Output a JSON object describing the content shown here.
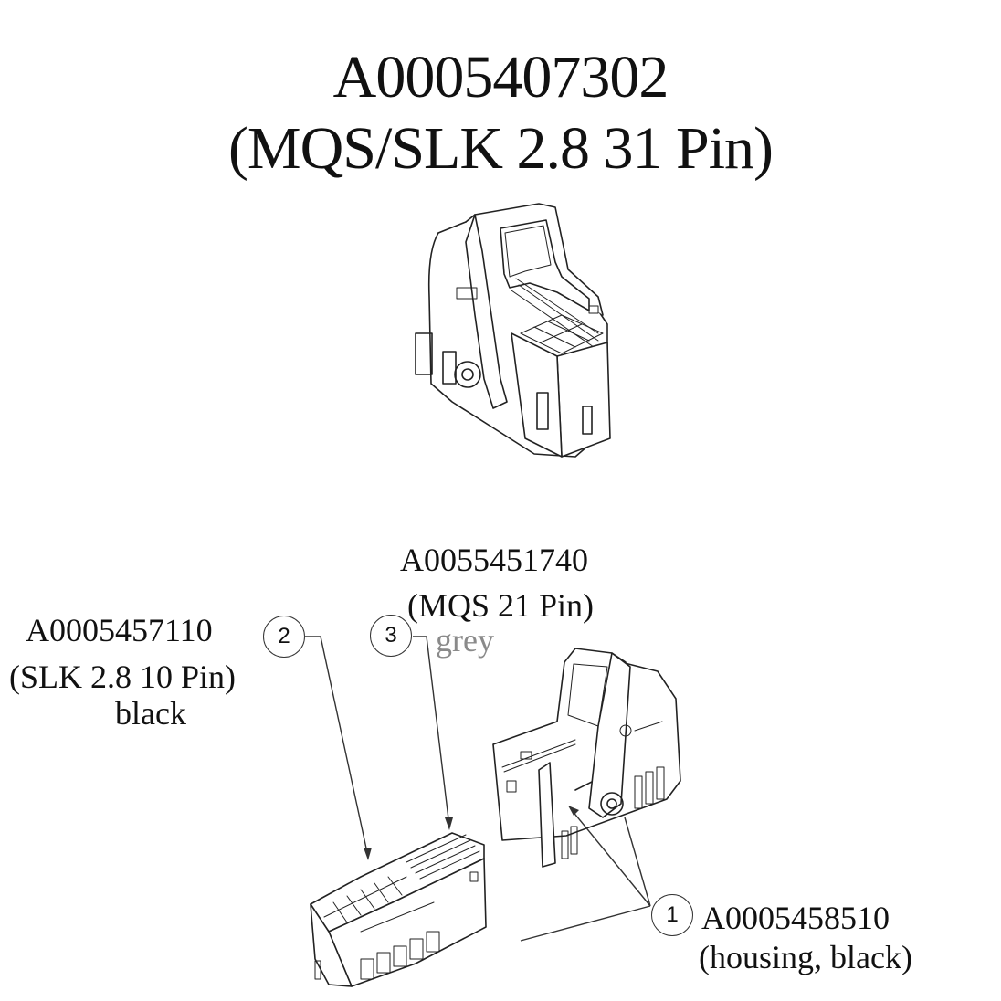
{
  "title": {
    "part_number": "A0005407302",
    "description": "(MQS/SLK 2.8  31 Pin)"
  },
  "components": [
    {
      "callout": "1",
      "part_number": "A0005458510",
      "description": "(housing, black)",
      "color": ""
    },
    {
      "callout": "2",
      "part_number": "A0005457110",
      "description": "(SLK 2.8  10 Pin)",
      "color": "black"
    },
    {
      "callout": "3",
      "part_number": "A0055451740",
      "description": "(MQS  21 Pin)",
      "color": "grey"
    }
  ],
  "drawings": {
    "assembled": "assembled-connector-drawing",
    "insert": "slk-mqs-insert-drawing",
    "housing": "housing-drawing"
  },
  "colors": {
    "text": "#111111",
    "grey_label": "#8a8a8a",
    "line": "#222222"
  }
}
